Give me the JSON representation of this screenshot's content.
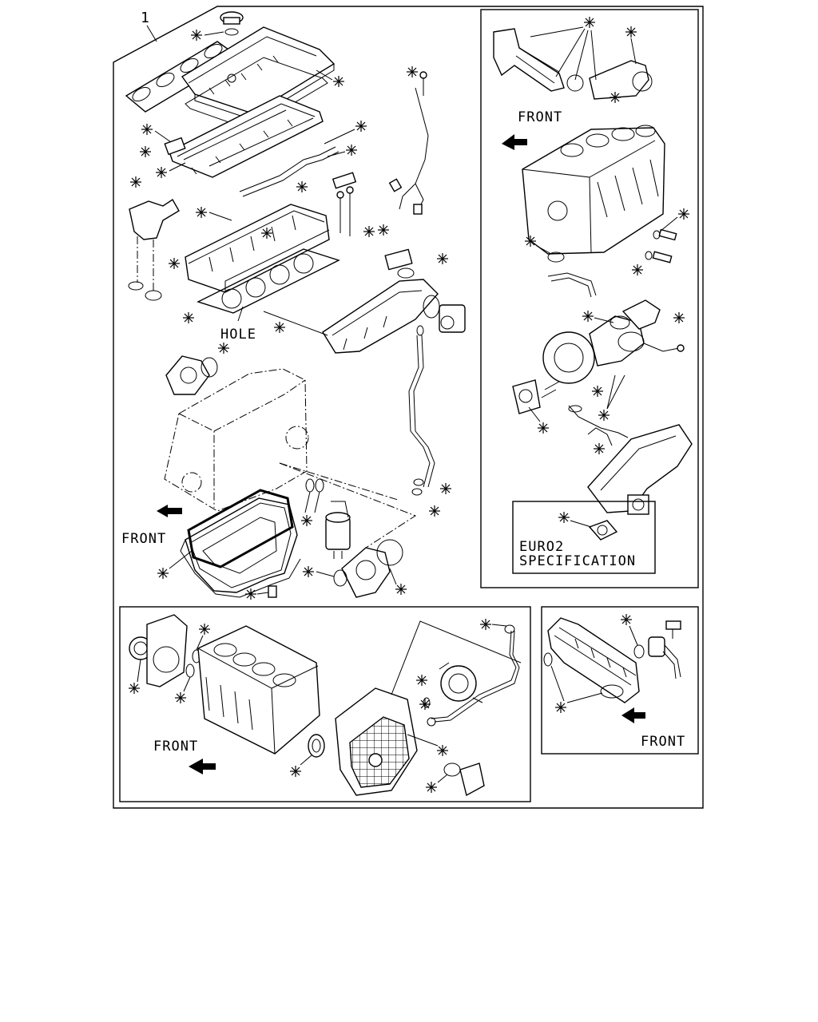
{
  "callout_number": "1",
  "labels": {
    "front": "FRONT",
    "hole": "HOLE",
    "euro2_line1": "EURO2",
    "euro2_line2": "SPECIFICATION"
  },
  "mark_symbol": "*",
  "icons": {
    "front_arrow": "arrow-icon",
    "replacement_mark": "asterisk-mark-icon"
  }
}
